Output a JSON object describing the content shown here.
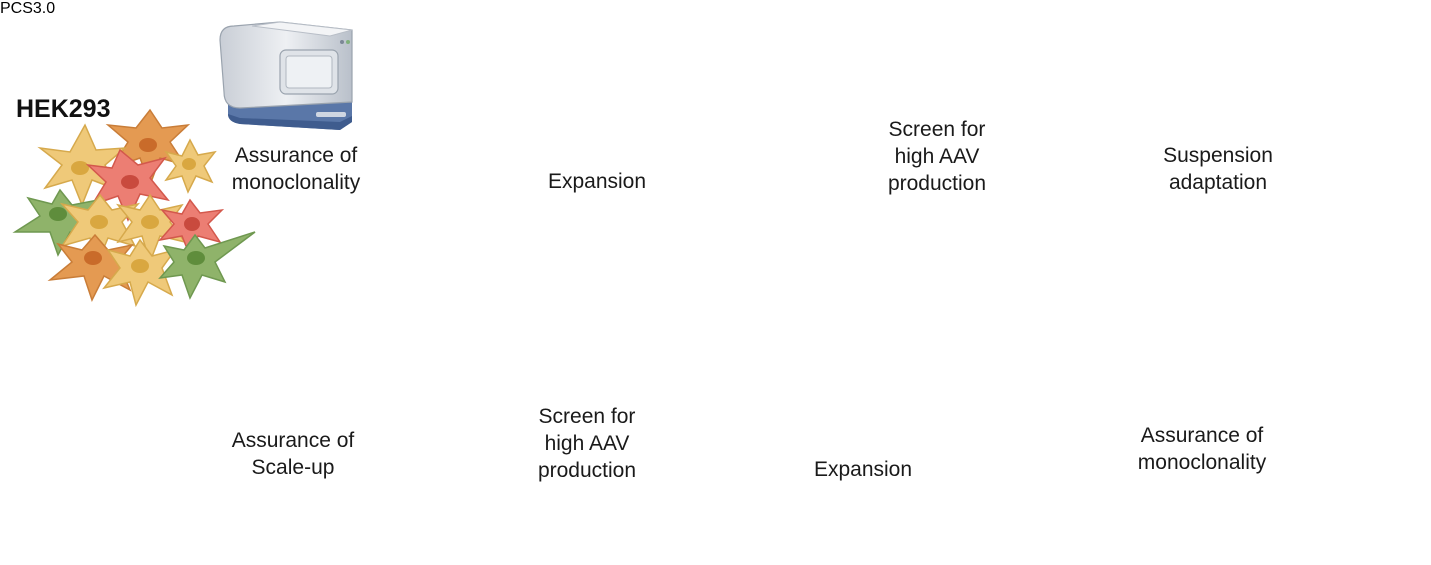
{
  "title": "HEK293",
  "final_product": "PCS3.0",
  "steps": {
    "monoclonality_1": [
      "Assurance of",
      "monoclonality"
    ],
    "expansion_1": "Expansion",
    "screen_1": [
      "Screen for",
      "high AAV",
      "production"
    ],
    "suspension": [
      "Suspension",
      "adaptation"
    ],
    "monoclonality_2": [
      "Assurance of",
      "monoclonality"
    ],
    "expansion_2": "Expansion",
    "screen_2": [
      "Screen for",
      "high AAV",
      "production"
    ],
    "scale_up": [
      "Assurance of",
      "Scale-up"
    ]
  },
  "colors": {
    "arrow": "#5b8fcf",
    "accent_blue": "#1e9be8",
    "plate": "#f3a596",
    "orange_cell": "#e49a52",
    "yellow_cell": "#efc979",
    "red_cell": "#ec7e73",
    "green_cell": "#8fb36a",
    "blue_cell": "#a9c8e8",
    "curve_red": "#d55a4a",
    "curve_green": "#9cc98a",
    "curve_yellow": "#f0c060",
    "curve_blue": "#8ec3e3",
    "threshold": "#2a5e6e"
  },
  "icons": [
    "cell-sorter-icon",
    "well-plate-icon",
    "amplification-curve-icon",
    "bioreactor-icon"
  ]
}
